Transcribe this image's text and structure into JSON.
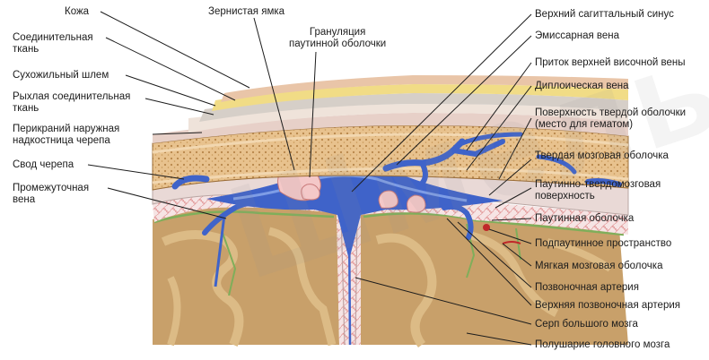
{
  "diagram": {
    "title": "",
    "labels_left": [
      {
        "id": "skin",
        "text": "Кожа"
      },
      {
        "id": "connective",
        "lines": [
          "Соединительная",
          "ткань"
        ]
      },
      {
        "id": "galea",
        "text": "Сухожильный шлем"
      },
      {
        "id": "loose",
        "lines": [
          "Рыхлая соединительная",
          "ткань"
        ]
      },
      {
        "id": "pericranium",
        "lines": [
          "Перикраний наружная",
          "надкостница черепа"
        ]
      },
      {
        "id": "calvaria",
        "text": "Свод черепа"
      },
      {
        "id": "intermediate_vein",
        "lines": [
          "Промежуточная",
          "вена"
        ]
      },
      {
        "id": "granular_pit",
        "text": "Зернистая ямка"
      },
      {
        "id": "arachnoid_granulation",
        "lines": [
          "Грануляция",
          "паутинной оболочки"
        ]
      }
    ],
    "labels_right": [
      {
        "id": "sss",
        "text": "Верхний сагиттальный синус"
      },
      {
        "id": "emissary",
        "text": "Эмиссарная вена"
      },
      {
        "id": "temporal_tributary",
        "text": "Приток верхней височной вены"
      },
      {
        "id": "diploic",
        "text": "Диплоическая вена"
      },
      {
        "id": "dura_surface",
        "lines": [
          "Поверхность твердой оболочки",
          "(место для гематом)"
        ]
      },
      {
        "id": "dura",
        "text": "Твердая мозговая оболочка"
      },
      {
        "id": "arachno_dural",
        "lines": [
          "Паутинно-твердомозговая",
          "поверхность"
        ]
      },
      {
        "id": "arachnoid",
        "text": "Паутинная оболочка"
      },
      {
        "id": "subarachnoid",
        "text": "Подпаутинное пространство"
      },
      {
        "id": "pia",
        "text": "Мягкая мозговая оболочка"
      },
      {
        "id": "vertebral_artery",
        "text": "Позвоночная артерия"
      },
      {
        "id": "sup_vertebral_artery",
        "text": "Верхняя позвоночная артерия"
      },
      {
        "id": "falx",
        "text": "Серп большого мозга"
      },
      {
        "id": "hemisphere",
        "text": "Полушарие головного мозга"
      }
    ],
    "colors": {
      "skin": "#e9c5a8",
      "subcutaneous": "#f1dc86",
      "galea": "#d6cfc8",
      "bone": "#e8c28e",
      "bone_dots": "#b7864a",
      "vein": "#3f63c9",
      "vein_light": "#7e9de6",
      "granulation": "#f4c8c8",
      "brain": "#c8a06a",
      "brain_light": "#dcbb86",
      "pia": "#7fae5a",
      "arachnoid": "#f3e2e2",
      "artery": "#c0282a",
      "line": "#1c1c1c"
    }
  }
}
